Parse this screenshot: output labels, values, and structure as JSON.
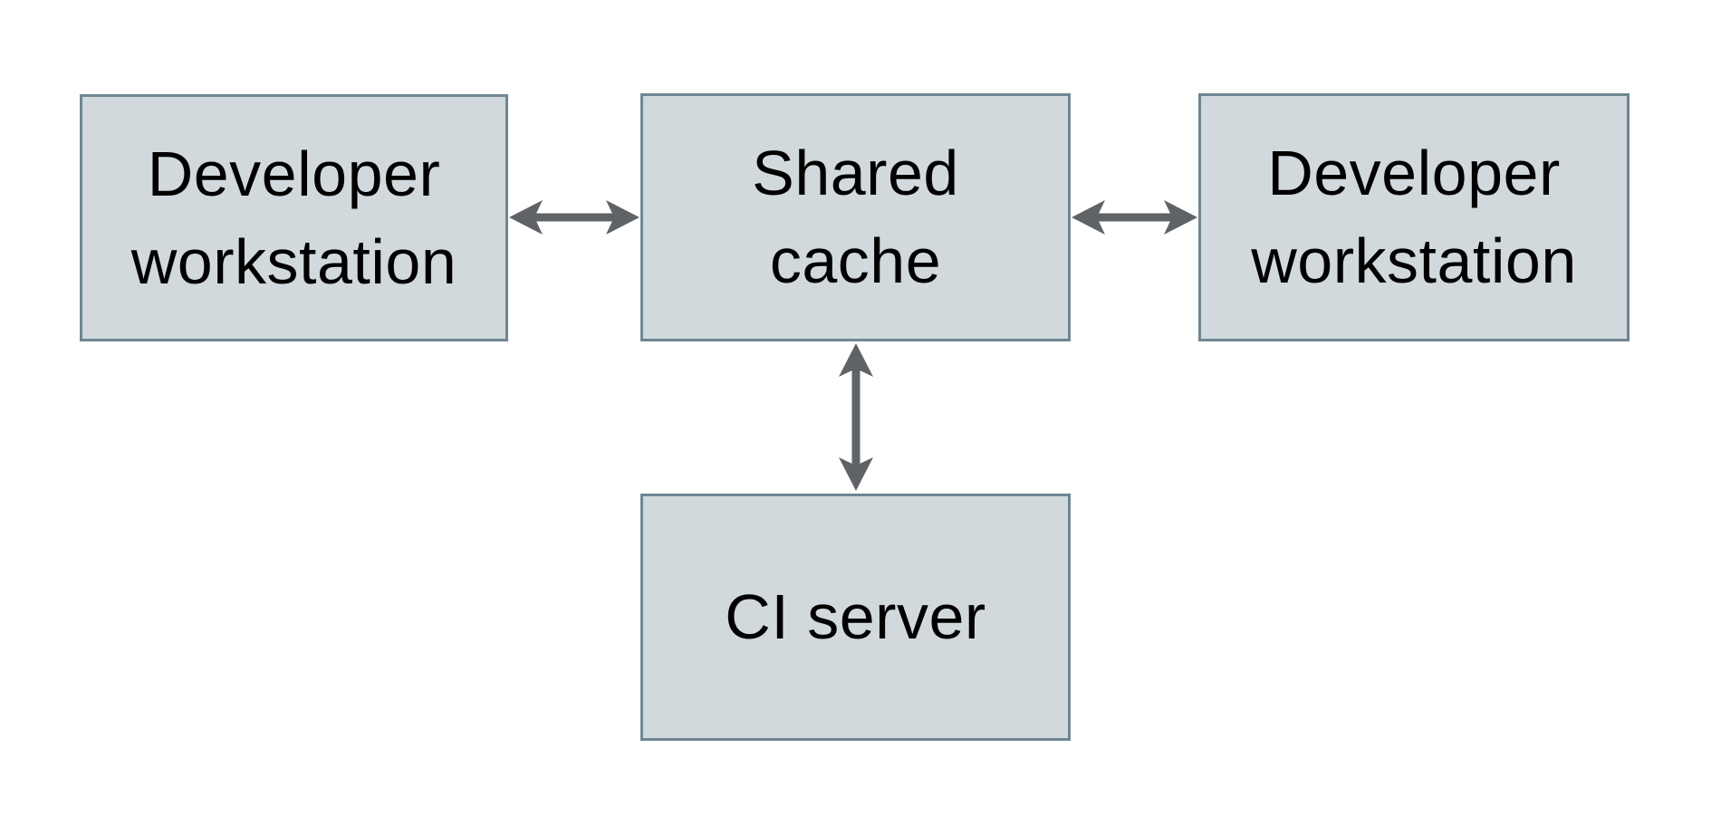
{
  "diagram": {
    "title": "",
    "nodes": [
      {
        "id": "developer-workstation-left",
        "label": "Developer\nworkstation"
      },
      {
        "id": "shared-cache",
        "label": "Shared\ncache"
      },
      {
        "id": "developer-workstation-right",
        "label": "Developer\nworkstation"
      },
      {
        "id": "ci-server",
        "label": "CI server"
      }
    ],
    "edges": [
      {
        "from": "developer-workstation-left",
        "to": "shared-cache",
        "type": "bidirectional"
      },
      {
        "from": "shared-cache",
        "to": "developer-workstation-right",
        "type": "bidirectional"
      },
      {
        "from": "shared-cache",
        "to": "ci-server",
        "type": "bidirectional"
      }
    ],
    "colors": {
      "node_fill": "#d1d9dc",
      "node_border": "#6f8692",
      "arrow": "#5f6368",
      "text": "#000000",
      "background": "#ffffff"
    }
  }
}
